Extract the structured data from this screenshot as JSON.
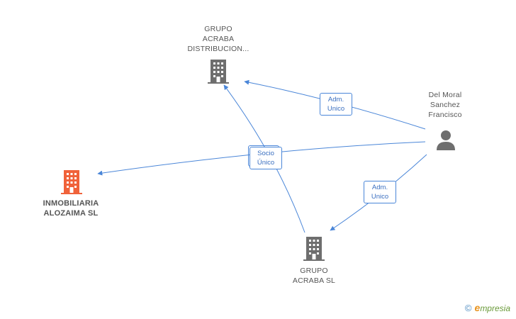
{
  "colors": {
    "edge": "#4a86d8",
    "building_gray": "#6e6e6e",
    "building_main": "#f0623a",
    "person": "#6e6e6e"
  },
  "nodes": {
    "grupo_distribucion": {
      "lines": [
        "GRUPO",
        "ACRABA",
        "DISTRIBUCION..."
      ],
      "icon": "building-icon"
    },
    "inmobiliaria": {
      "lines": [
        "INMOBILIARIA",
        "ALOZAIMA SL"
      ],
      "icon": "building-icon"
    },
    "grupo_acraba": {
      "lines": [
        "GRUPO",
        "ACRABA SL"
      ],
      "icon": "building-icon"
    },
    "del_moral": {
      "lines": [
        "Del Moral",
        "Sanchez",
        "Francisco"
      ],
      "icon": "person-icon"
    }
  },
  "edges": {
    "adm_top": {
      "lines": [
        "Adm.",
        "Unico"
      ]
    },
    "socio": {
      "lines": [
        "Socio",
        "Único"
      ]
    },
    "adm_bottom": {
      "lines": [
        "Adm.",
        "Unico"
      ]
    }
  },
  "brand": {
    "copyright": "©",
    "initial": "e",
    "name": "mpresia"
  }
}
